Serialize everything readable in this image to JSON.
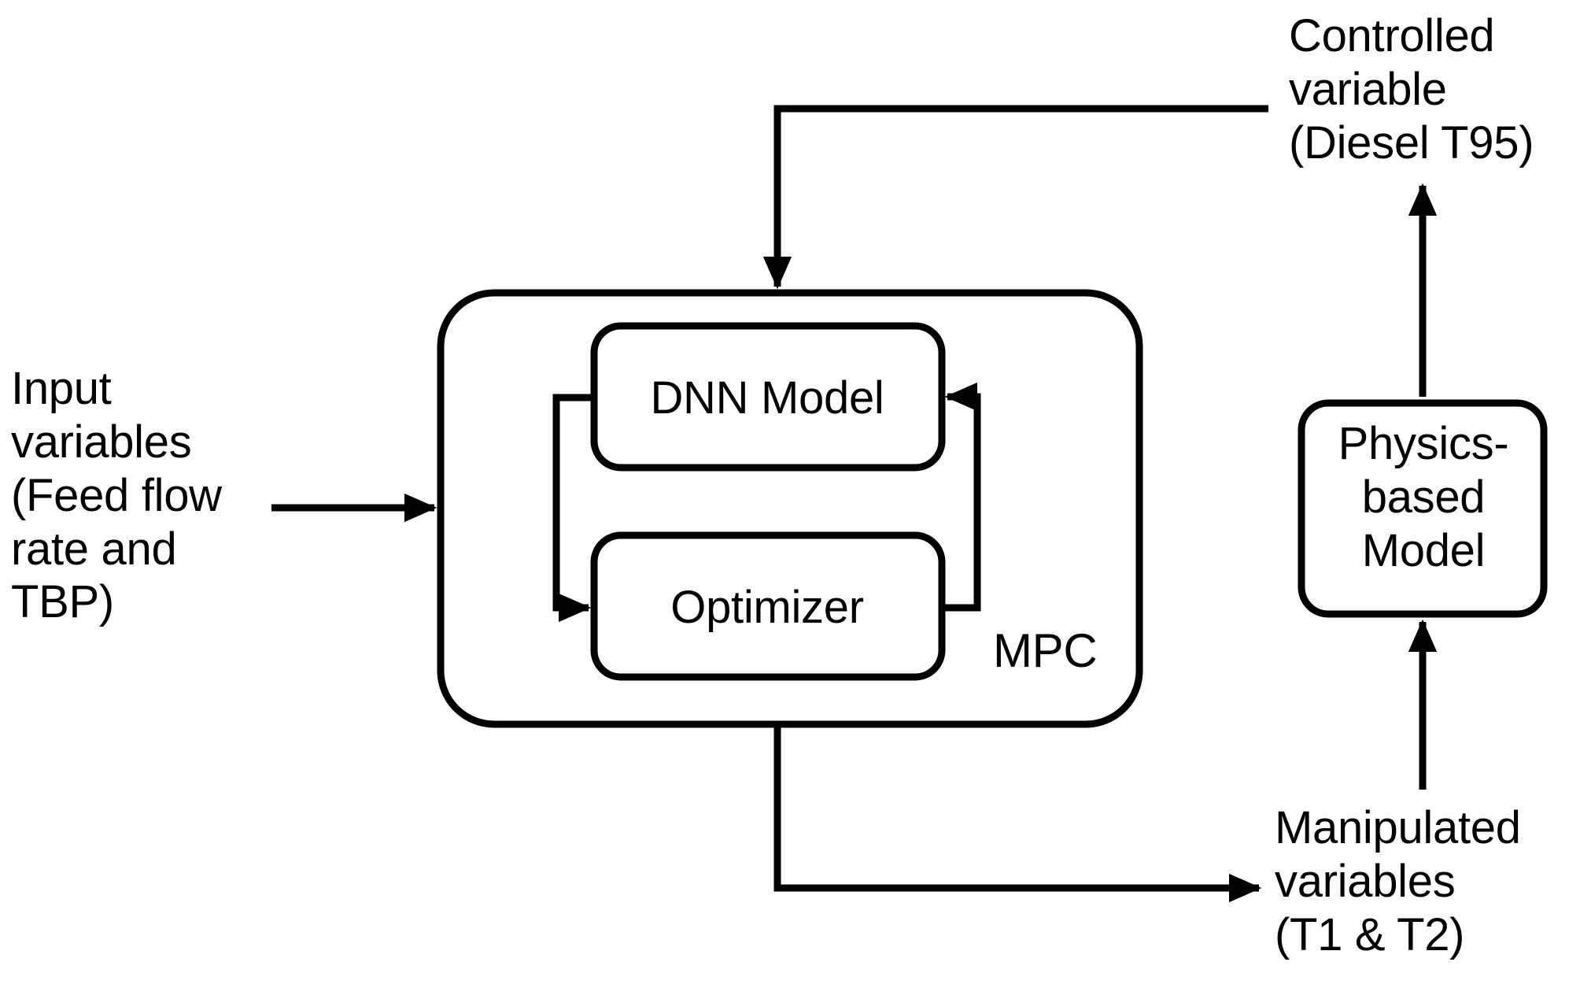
{
  "diagram": {
    "title": "MPC control loop block diagram",
    "stroke_color": "#000000",
    "background_color": "#ffffff",
    "text_color": "#000000",
    "labels": {
      "input_variables": "Input\nvariables\n(Feed flow\nrate and\nTBP)",
      "controlled_variable": "Controlled\nvariable\n(Diesel T95)",
      "manipulated_variables": "Manipulated\nvariables\n(T1 & T2)",
      "mpc": "MPC"
    },
    "blocks": [
      {
        "id": "mpc",
        "label": "MPC",
        "shape": "rounded-rect-container"
      },
      {
        "id": "dnn_model",
        "label": "DNN Model",
        "shape": "rounded-rect"
      },
      {
        "id": "optimizer",
        "label": "Optimizer",
        "shape": "rounded-rect"
      },
      {
        "id": "physics_model",
        "label": "Physics-\nbased\nModel",
        "shape": "rounded-rect"
      }
    ],
    "connections": [
      {
        "id": "input-to-mpc",
        "from": "Input variables (Feed flow rate and TBP)",
        "to": "MPC",
        "arrow": "right"
      },
      {
        "id": "controlled-to-mpc",
        "from": "Controlled variable (Diesel T95)",
        "to": "MPC",
        "arrow": "down"
      },
      {
        "id": "mpc-to-manipulated",
        "from": "MPC",
        "to": "Manipulated variables (T1 & T2)",
        "arrow": "right"
      },
      {
        "id": "dnn-to-optimizer",
        "from": "DNN Model",
        "to": "Optimizer",
        "arrow": "right"
      },
      {
        "id": "optimizer-to-dnn",
        "from": "Optimizer",
        "to": "DNN Model",
        "arrow": "left"
      },
      {
        "id": "manipulated-to-physics",
        "from": "Manipulated variables (T1 & T2)",
        "to": "Physics-based Model",
        "arrow": "up"
      },
      {
        "id": "physics-to-controlled",
        "from": "Physics-based Model",
        "to": "Controlled variable (Diesel T95)",
        "arrow": "up"
      }
    ]
  }
}
